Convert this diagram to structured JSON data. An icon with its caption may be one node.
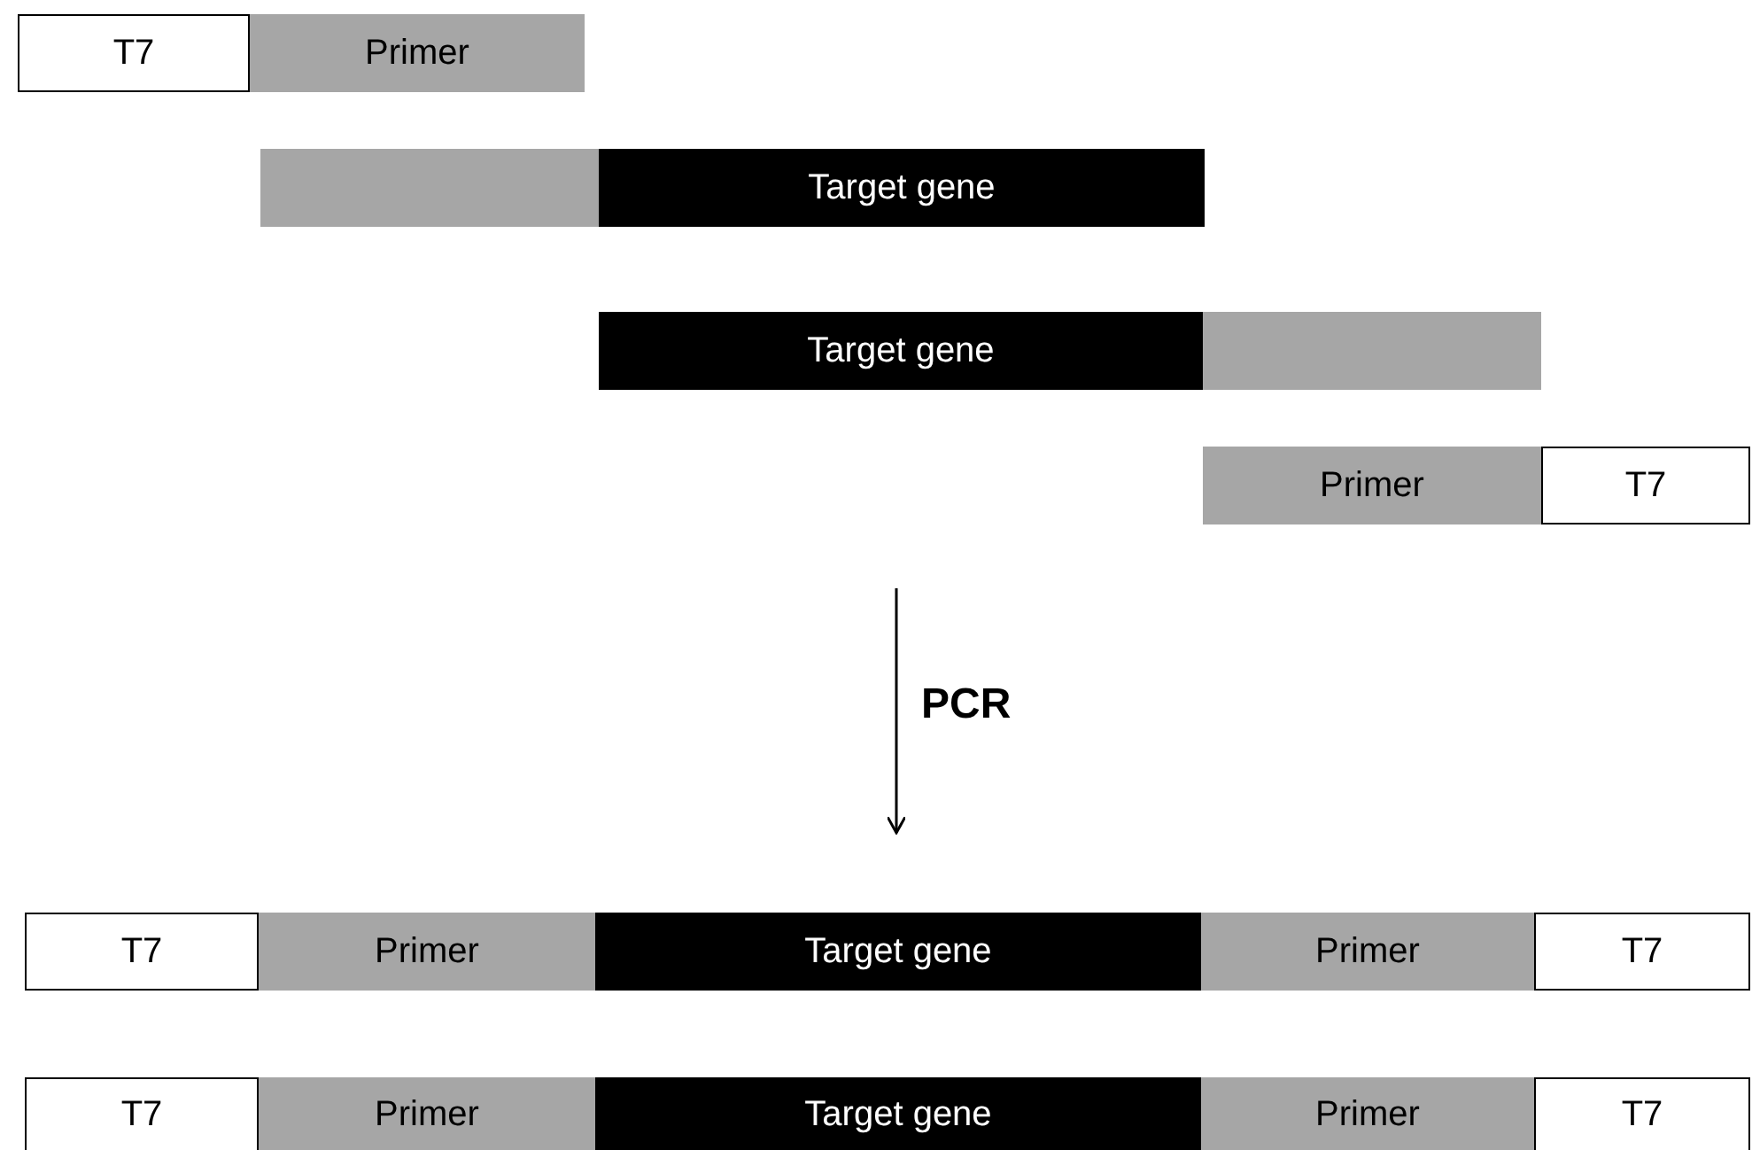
{
  "diagram": {
    "nodes": [
      {
        "text": [
          "T7"
        ]
      },
      {
        "text": [
          "Primer"
        ]
      },
      {
        "text": [],
        "shape": "bar"
      },
      {
        "text": [
          "Target gene"
        ]
      },
      {
        "text": [
          "Target gene"
        ]
      },
      {
        "text": [],
        "shape": "bar"
      },
      {
        "text": [
          "Primer"
        ]
      },
      {
        "text": [
          "T7"
        ]
      },
      {
        "text": [
          "T7"
        ]
      },
      {
        "text": [
          "Primer"
        ]
      },
      {
        "text": [
          "Target gene"
        ]
      },
      {
        "text": [
          "Primer"
        ]
      },
      {
        "text": [
          "T7"
        ]
      },
      {
        "text": [
          "T7"
        ]
      },
      {
        "text": [
          "Primer"
        ]
      },
      {
        "text": [
          "Target gene"
        ]
      },
      {
        "text": [
          "Primer"
        ]
      },
      {
        "text": [
          "T7"
        ]
      }
    ],
    "labels": [
      "PCR"
    ]
  }
}
